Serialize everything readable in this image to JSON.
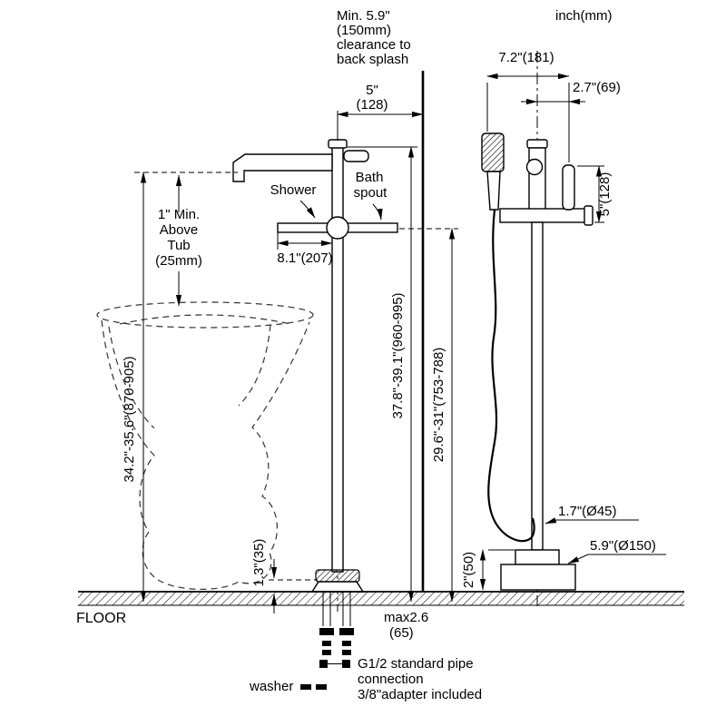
{
  "notes": {
    "clearance_1": "Min. 5.9\"",
    "clearance_2": "(150mm)",
    "clearance_3": "clearance to",
    "clearance_4": "back splash",
    "units": "inch(mm)",
    "floor": "FLOOR"
  },
  "left": {
    "wall_gap_in": "5\"",
    "wall_gap_mm": "(128)",
    "shower": "Shower",
    "bath_1": "Bath",
    "bath_2": "spout",
    "above_1": "1\" Min.",
    "above_2": "Above",
    "above_3": "Tub",
    "above_4": "(25mm)",
    "reach": "8.1\"(207)",
    "tub_height": "34.2\"-35.6\"(870-905)",
    "total_height": "37.8\"-39.1\"(960-995)",
    "spout_height": "29.6\"-31\"(753-788)",
    "base_height": "1.3\"(35)",
    "below_1": "max2.6",
    "below_2": "(65)"
  },
  "right": {
    "width": "7.2\"(181)",
    "handle_offset": "2.7\"(69)",
    "handle_len": "5\"(128)",
    "column_dia": "1.7\"(Ø45)",
    "base_dia": "5.9\"(Ø150)",
    "base_h": "2\"(50)"
  },
  "legend": {
    "pipe_1": "G1/2 standard pipe",
    "pipe_2": "connection",
    "washer": "washer",
    "adapter": "3/8\"adapter included"
  }
}
